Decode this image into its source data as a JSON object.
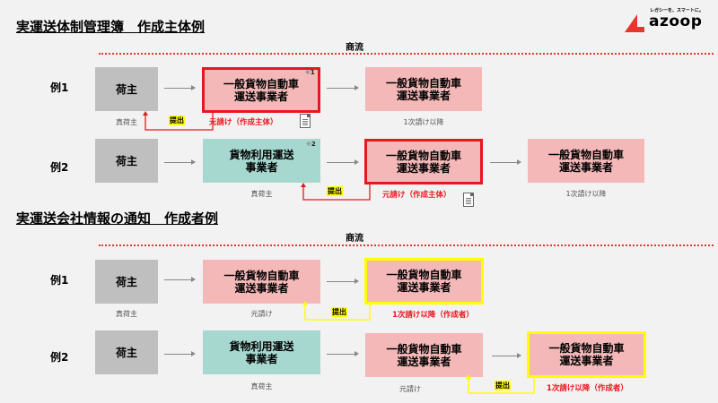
{
  "logo": {
    "tagline": "レガシーを、スマートに。",
    "name": "azoop",
    "accent_color": "#e8352f"
  },
  "sections": [
    {
      "title": "実運送体制管理簿　作成主体例",
      "flow_label": "商流",
      "examples": [
        {
          "label": "例1",
          "nodes": [
            {
              "text": "荷主",
              "color": "gray",
              "caption": "真荷主"
            },
            {
              "text": "一般貨物自動車\n運送事業者",
              "color": "pink",
              "highlight": "red",
              "note": "※1",
              "caption": "元請け（作成主体）",
              "caption_color": "red",
              "doc_icon": true
            },
            {
              "text": "一般貨物自動車\n運送事業者",
              "color": "pink",
              "caption": "1次請け以降"
            }
          ],
          "submit": {
            "label": "提出",
            "from": 1,
            "to": 0,
            "line_color": "#e8171e"
          }
        },
        {
          "label": "例2",
          "nodes": [
            {
              "text": "荷主",
              "color": "gray"
            },
            {
              "text": "貨物利用運送\n事業者",
              "color": "teal",
              "note": "※2",
              "caption": "真荷主"
            },
            {
              "text": "一般貨物自動車\n運送事業者",
              "color": "pink",
              "highlight": "red",
              "caption": "元請け（作成主体）",
              "caption_color": "red",
              "doc_icon": true
            },
            {
              "text": "一般貨物自動車\n運送事業者",
              "color": "pink",
              "caption": "1次請け以降"
            }
          ],
          "submit": {
            "label": "提出",
            "from": 2,
            "to": 1,
            "line_color": "#e8171e"
          }
        }
      ]
    },
    {
      "title": "実運送会社情報の通知　作成者例",
      "flow_label": "商流",
      "examples": [
        {
          "label": "例1",
          "nodes": [
            {
              "text": "荷主",
              "color": "gray",
              "caption": "真荷主"
            },
            {
              "text": "一般貨物自動車\n運送事業者",
              "color": "pink",
              "caption": "元請け"
            },
            {
              "text": "一般貨物自動車\n運送事業者",
              "color": "pink",
              "highlight": "yellow",
              "caption": "1次請け以降（作成者）",
              "caption_color": "red"
            }
          ],
          "submit": {
            "label": "提出",
            "from": 2,
            "to": 1,
            "line_color": "#ffff00"
          }
        },
        {
          "label": "例2",
          "nodes": [
            {
              "text": "荷主",
              "color": "gray"
            },
            {
              "text": "貨物利用運送\n事業者",
              "color": "teal",
              "caption": "真荷主"
            },
            {
              "text": "一般貨物自動車\n運送事業者",
              "color": "pink",
              "caption": "元請け"
            },
            {
              "text": "一般貨物自動車\n運送事業者",
              "color": "pink",
              "highlight": "yellow",
              "caption": "1次請け以降（作成者）",
              "caption_color": "red"
            }
          ],
          "submit": {
            "label": "提出",
            "from": 3,
            "to": 2,
            "line_color": "#ffff00"
          }
        }
      ]
    }
  ]
}
